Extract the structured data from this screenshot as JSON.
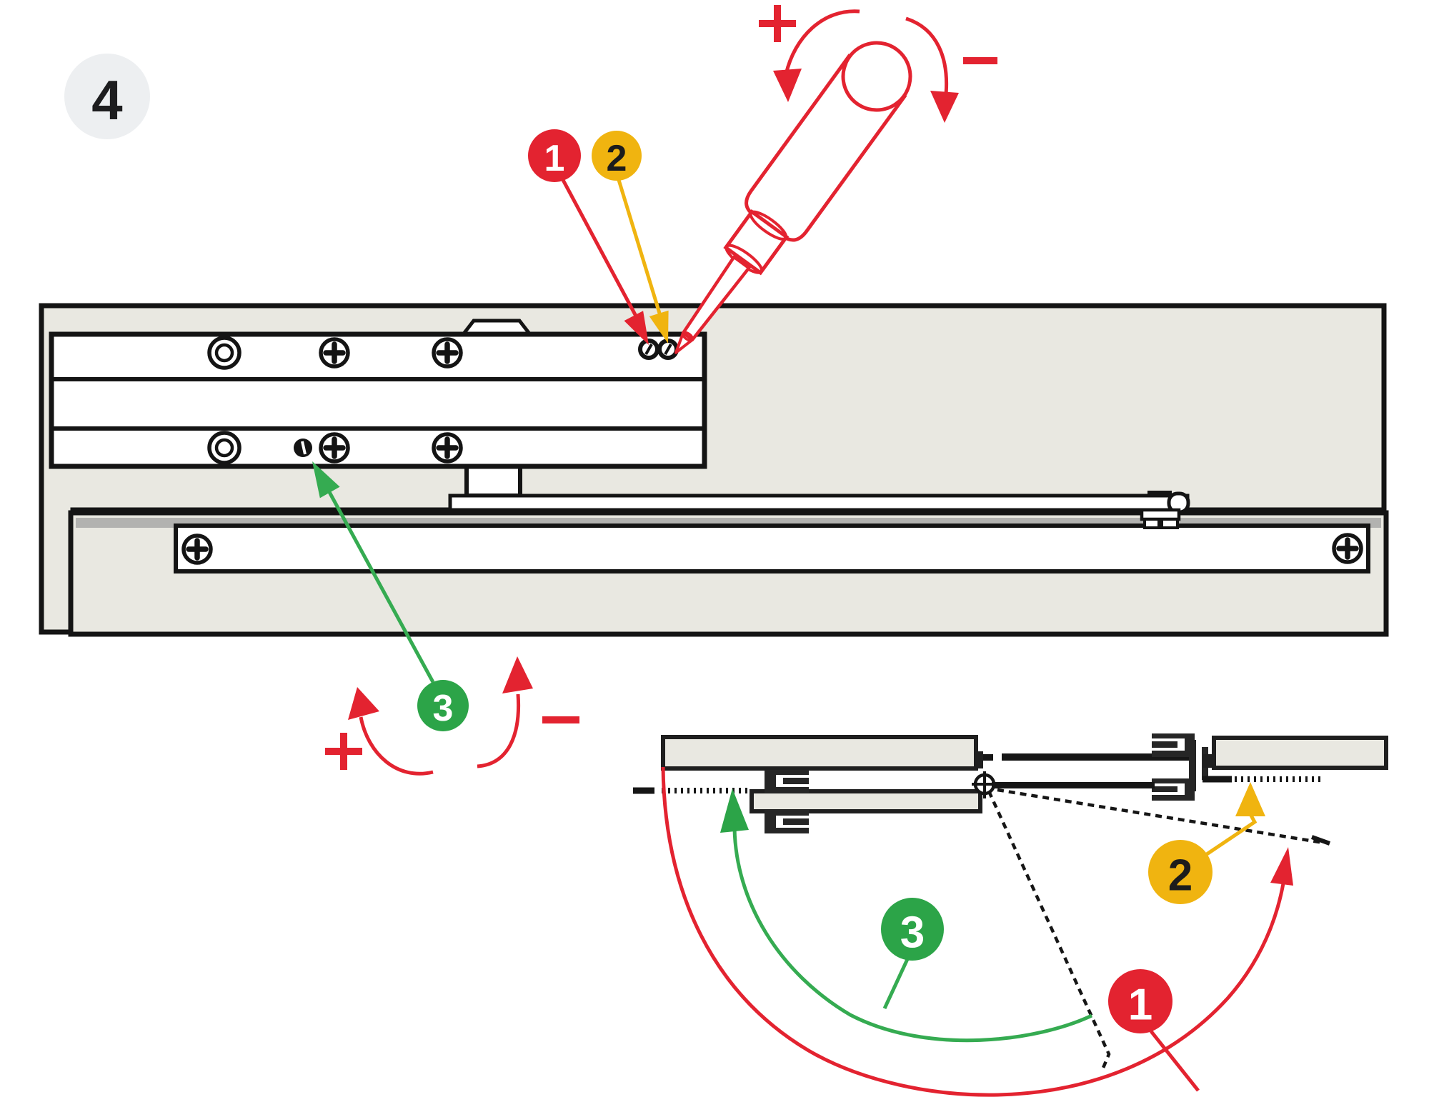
{
  "step_badge": {
    "number": "4"
  },
  "top_view": {
    "callouts": {
      "c1": "1",
      "c2": "2",
      "c3": "3"
    },
    "screwdriver": {
      "rotation_increase": "+",
      "rotation_decrease": "−"
    },
    "valve3_adjust": {
      "increase": "+",
      "decrease": "−"
    }
  },
  "plan_view": {
    "callouts": {
      "c1": "1",
      "c2": "2",
      "c3": "3"
    }
  },
  "colors": {
    "red": "#e32330",
    "amber": "#f0b410",
    "green": "#2ca448",
    "green_line": "#35ab51",
    "beige": "#e9e8e1",
    "outline_black": "#141414",
    "plan_dark": "#262626",
    "door_gray_strip": "#b2b2b0",
    "badge_bg": "#edeff1"
  }
}
